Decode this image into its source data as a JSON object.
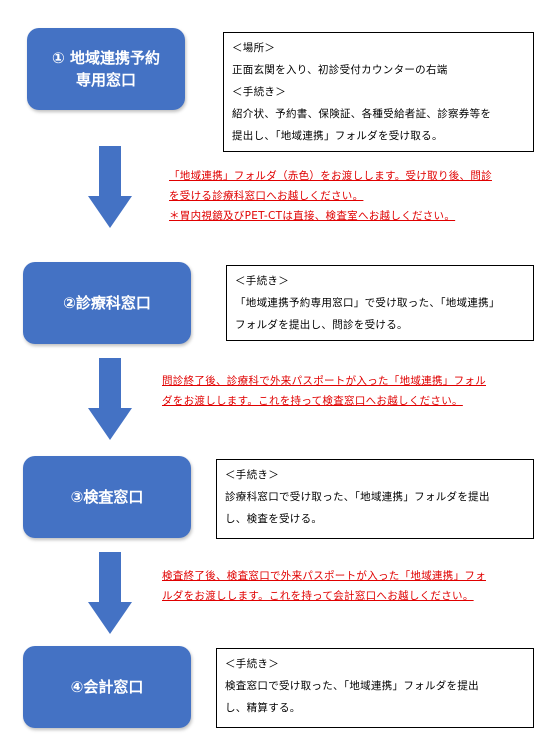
{
  "steps": [
    {
      "number": "①",
      "title_line1": "地域連携予約",
      "title_line2": "専用窓口"
    },
    {
      "number": "②",
      "title_line1": "診療科窓口",
      "title_line2": ""
    },
    {
      "number": "③",
      "title_line1": "検査窓口",
      "title_line2": ""
    },
    {
      "number": "④",
      "title_line1": "会計窓口",
      "title_line2": ""
    }
  ],
  "boxes": [
    {
      "lines": [
        "＜場所＞",
        "正面玄関を入り、初診受付カウンターの右端",
        "＜手続き＞",
        "紹介状、予約書、保険証、各種受給者証、診察券等を",
        "提出し、「地域連携」フォルダを受け取る。"
      ]
    },
    {
      "lines": [
        "＜手続き＞",
        "「地域連携予約専用窓口」で受け取った、「地域連携」",
        "フォルダを提出し、問診を受ける。"
      ]
    },
    {
      "lines": [
        "＜手続き＞",
        "診療科窓口で受け取った、「地域連携」フォルダを提出",
        "し、検査を受ける。"
      ]
    },
    {
      "lines": [
        "＜手続き＞",
        "検査窓口で受け取った、「地域連携」フォルダを提出",
        "し、精算する。"
      ]
    }
  ],
  "notes": [
    {
      "lines": [
        "「地域連携」フォルダ（赤色）をお渡しします。受け取り後、問診",
        "を受ける診療科窓口へお越しください。",
        "＊胃内視鏡及びPET-CTは直接、検査室へお越しください。"
      ]
    },
    {
      "lines": [
        "問診終了後、診療科で外来パスポートが入った「地域連携」フォル",
        "ダをお渡しします。これを持って検査窓口へお越しください。"
      ]
    },
    {
      "lines": [
        "検査終了後、検査窓口で外来パスポートが入った「地域連携」フォ",
        "ルダをお渡しします。これを持って会計窓口へお越しください。"
      ]
    }
  ],
  "colors": {
    "step_fill": "#4472c4",
    "arrow_fill": "#4472c4",
    "note_text": "#e00000"
  }
}
